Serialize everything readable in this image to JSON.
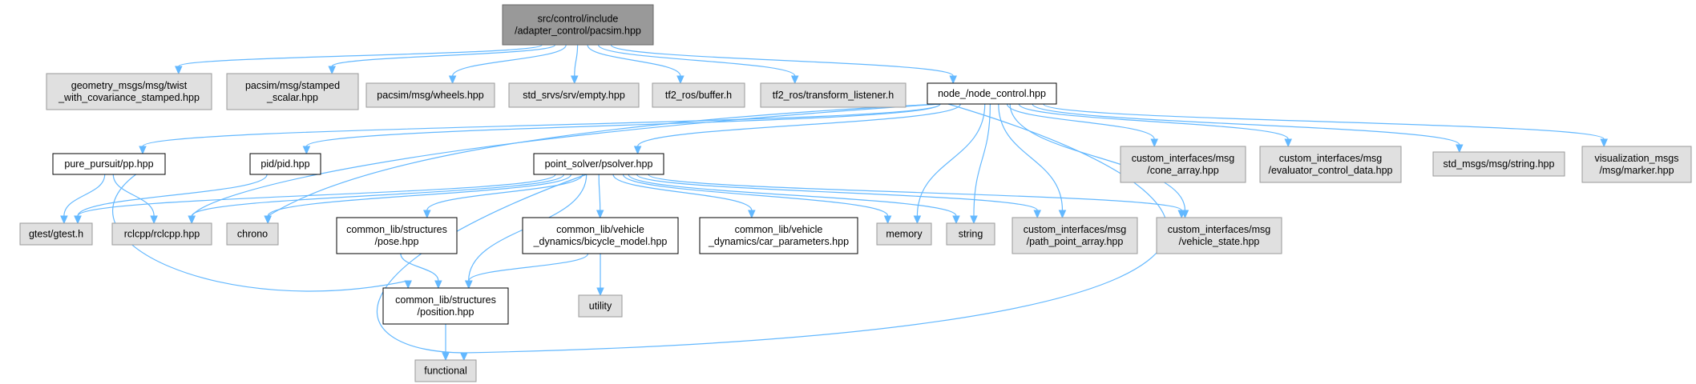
{
  "graph": {
    "colors": {
      "edge": "#63b8ff",
      "root_fill": "#999999",
      "root_border": "#666666",
      "external_fill": "#e0e0e0",
      "external_border": "#999999",
      "internal_fill": "#ffffff",
      "internal_border": "#000000"
    },
    "nodes": [
      {
        "id": "root",
        "kind": "root",
        "lines": [
          "src/control/include",
          "/adapter_control/pacsim.hpp"
        ]
      },
      {
        "id": "geometry",
        "kind": "external",
        "lines": [
          "geometry_msgs/msg/twist",
          "_with_covariance_stamped.hpp"
        ]
      },
      {
        "id": "pacsim_stamped",
        "kind": "external",
        "lines": [
          "pacsim/msg/stamped",
          "_scalar.hpp"
        ]
      },
      {
        "id": "pacsim_wheels",
        "kind": "external",
        "lines": [
          "pacsim/msg/wheels.hpp"
        ]
      },
      {
        "id": "std_srvs",
        "kind": "external",
        "lines": [
          "std_srvs/srv/empty.hpp"
        ]
      },
      {
        "id": "tf2_buffer",
        "kind": "external",
        "lines": [
          "tf2_ros/buffer.h"
        ]
      },
      {
        "id": "tf2_listener",
        "kind": "external",
        "lines": [
          "tf2_ros/transform_listener.h"
        ]
      },
      {
        "id": "node_control",
        "kind": "internal",
        "lines": [
          "node_/node_control.hpp"
        ]
      },
      {
        "id": "pure_pursuit",
        "kind": "internal",
        "lines": [
          "pure_pursuit/pp.hpp"
        ]
      },
      {
        "id": "pid",
        "kind": "internal",
        "lines": [
          "pid/pid.hpp"
        ]
      },
      {
        "id": "psolver",
        "kind": "internal",
        "lines": [
          "point_solver/psolver.hpp"
        ]
      },
      {
        "id": "cone_array",
        "kind": "external",
        "lines": [
          "custom_interfaces/msg",
          "/cone_array.hpp"
        ]
      },
      {
        "id": "evaluator",
        "kind": "external",
        "lines": [
          "custom_interfaces/msg",
          "/evaluator_control_data.hpp"
        ]
      },
      {
        "id": "std_string_msg",
        "kind": "external",
        "lines": [
          "std_msgs/msg/string.hpp"
        ]
      },
      {
        "id": "marker",
        "kind": "external",
        "lines": [
          "visualization_msgs",
          "/msg/marker.hpp"
        ]
      },
      {
        "id": "gtest",
        "kind": "external",
        "lines": [
          "gtest/gtest.h"
        ]
      },
      {
        "id": "rclcpp",
        "kind": "external",
        "lines": [
          "rclcpp/rclcpp.hpp"
        ]
      },
      {
        "id": "chrono",
        "kind": "external",
        "lines": [
          "chrono"
        ]
      },
      {
        "id": "pose",
        "kind": "internal",
        "lines": [
          "common_lib/structures",
          "/pose.hpp"
        ]
      },
      {
        "id": "bicycle",
        "kind": "internal",
        "lines": [
          "common_lib/vehicle",
          "_dynamics/bicycle_model.hpp"
        ]
      },
      {
        "id": "car_params",
        "kind": "internal",
        "lines": [
          "common_lib/vehicle",
          "_dynamics/car_parameters.hpp"
        ]
      },
      {
        "id": "memory",
        "kind": "external",
        "lines": [
          "memory"
        ]
      },
      {
        "id": "string",
        "kind": "external",
        "lines": [
          "string"
        ]
      },
      {
        "id": "path_point",
        "kind": "external",
        "lines": [
          "custom_interfaces/msg",
          "/path_point_array.hpp"
        ]
      },
      {
        "id": "vehicle_state",
        "kind": "external",
        "lines": [
          "custom_interfaces/msg",
          "/vehicle_state.hpp"
        ]
      },
      {
        "id": "position",
        "kind": "internal",
        "lines": [
          "common_lib/structures",
          "/position.hpp"
        ]
      },
      {
        "id": "utility",
        "kind": "external",
        "lines": [
          "utility"
        ]
      },
      {
        "id": "functional",
        "kind": "external",
        "lines": [
          "functional"
        ]
      }
    ],
    "edges": [
      [
        "root",
        "geometry"
      ],
      [
        "root",
        "pacsim_stamped"
      ],
      [
        "root",
        "pacsim_wheels"
      ],
      [
        "root",
        "std_srvs"
      ],
      [
        "root",
        "tf2_buffer"
      ],
      [
        "root",
        "tf2_listener"
      ],
      [
        "root",
        "node_control"
      ],
      [
        "node_control",
        "pure_pursuit"
      ],
      [
        "node_control",
        "pid"
      ],
      [
        "node_control",
        "psolver"
      ],
      [
        "node_control",
        "chrono"
      ],
      [
        "node_control",
        "rclcpp"
      ],
      [
        "node_control",
        "memory"
      ],
      [
        "node_control",
        "string"
      ],
      [
        "node_control",
        "path_point"
      ],
      [
        "node_control",
        "vehicle_state"
      ],
      [
        "node_control",
        "cone_array"
      ],
      [
        "node_control",
        "evaluator"
      ],
      [
        "node_control",
        "std_string_msg"
      ],
      [
        "node_control",
        "marker"
      ],
      [
        "node_control",
        "functional"
      ],
      [
        "pure_pursuit",
        "gtest"
      ],
      [
        "pure_pursuit",
        "rclcpp"
      ],
      [
        "pure_pursuit",
        "position"
      ],
      [
        "pid",
        "gtest"
      ],
      [
        "psolver",
        "gtest"
      ],
      [
        "psolver",
        "rclcpp"
      ],
      [
        "psolver",
        "chrono"
      ],
      [
        "psolver",
        "pose"
      ],
      [
        "psolver",
        "bicycle"
      ],
      [
        "psolver",
        "car_params"
      ],
      [
        "psolver",
        "memory"
      ],
      [
        "psolver",
        "string"
      ],
      [
        "psolver",
        "path_point"
      ],
      [
        "psolver",
        "vehicle_state"
      ],
      [
        "psolver",
        "position"
      ],
      [
        "psolver",
        "functional"
      ],
      [
        "pose",
        "position"
      ],
      [
        "bicycle",
        "position"
      ],
      [
        "bicycle",
        "utility"
      ],
      [
        "position",
        "functional"
      ]
    ]
  }
}
